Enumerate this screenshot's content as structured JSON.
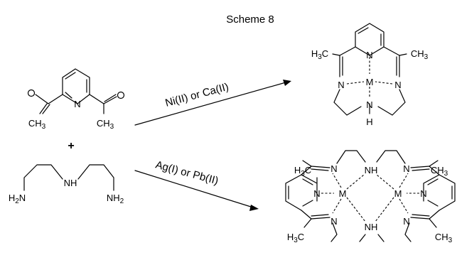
{
  "scheme": {
    "title": "Scheme 8"
  },
  "reactants": {
    "ketone": {
      "label_ch3_left": "CH3",
      "label_ch3_right": "CH3",
      "label_n": "N"
    },
    "plus": "+",
    "amine": {
      "label_h2n": "H2N",
      "label_nh2": "NH2",
      "label_nh": "NH"
    }
  },
  "reaction_top": {
    "conditions": "Ni(II) or Ca(II)"
  },
  "reaction_bottom": {
    "conditions": "Ag(I) or Pb(II)"
  },
  "product_top": {
    "h3c": "H3C",
    "ch3": "CH3",
    "n_py": "N",
    "n_left": "N",
    "n_right": "N",
    "metal": "M",
    "n_amine": "N",
    "h": "H"
  },
  "product_bottom": {
    "h3c_top": "H3C",
    "ch3_top": "CH3",
    "h3c_bottom": "H3C",
    "ch3_bottom": "CH3",
    "n_im_tl": "N",
    "n_im_tr": "N",
    "n_im_bl": "N",
    "n_im_br": "N",
    "n_py_left": "N",
    "n_py_right": "N",
    "metal_left": "M",
    "metal_right": "M",
    "nh_top": "NH",
    "nh_bottom": "NH"
  }
}
